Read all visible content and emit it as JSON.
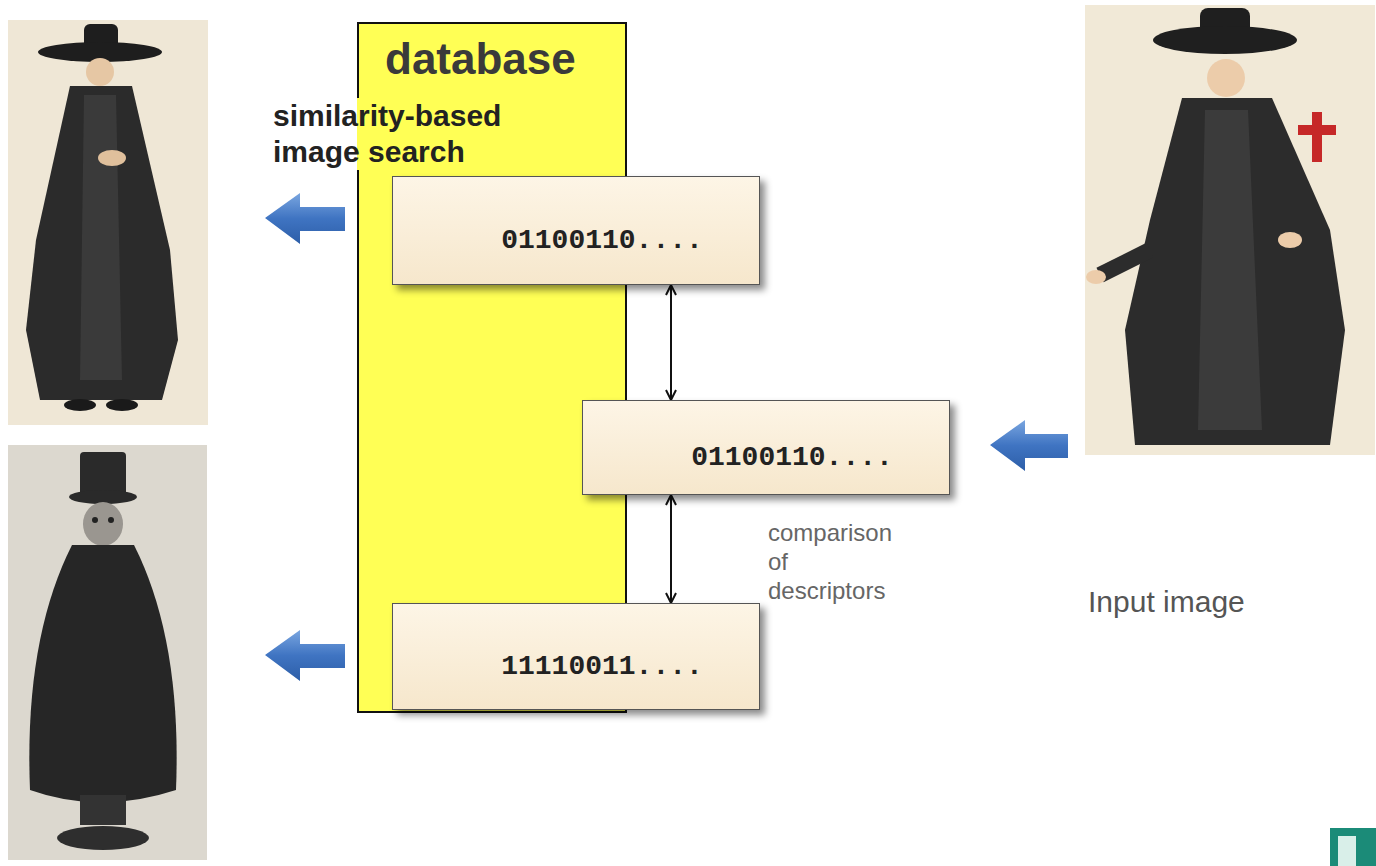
{
  "diagram": {
    "nodes": [
      {
        "text": [
          "database"
        ]
      },
      {
        "text": [
          "01100110...."
        ],
        "in": 0
      },
      {
        "text": [
          "01100110...."
        ],
        "in": 0
      },
      {
        "text": [
          "11110011...."
        ],
        "in": 0
      }
    ],
    "edges": [
      {
        "from": 1,
        "to": 2,
        "arrow": "both"
      },
      {
        "from": 2,
        "to": 3,
        "arrow": "both"
      }
    ],
    "labels": [
      "similarity-based image search",
      "Input image",
      "comparison of descriptors"
    ]
  }
}
